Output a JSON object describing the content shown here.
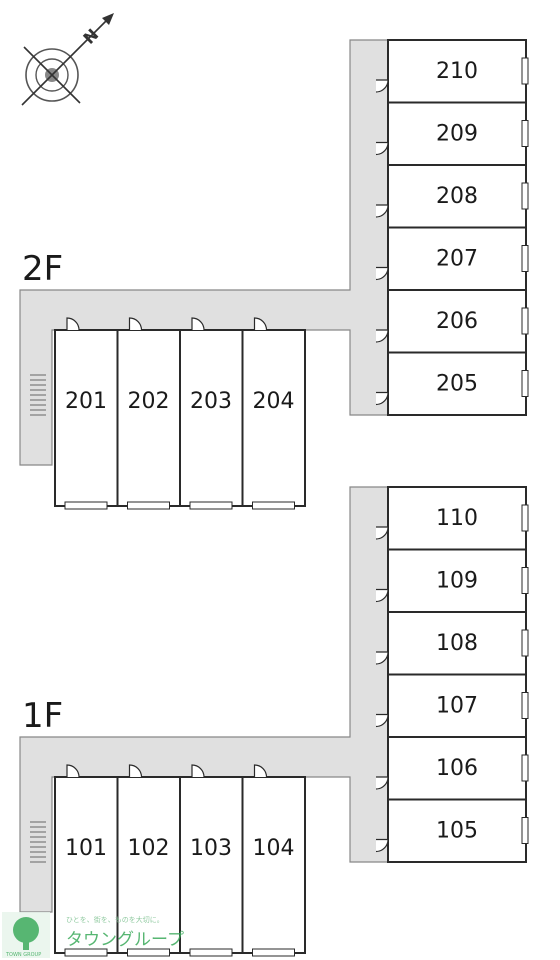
{
  "compass": {
    "label": "N",
    "icon": "compass-rose-icon"
  },
  "floors": [
    {
      "label": "2F",
      "units_bottom_row": [
        "201",
        "202",
        "203",
        "204"
      ],
      "units_column": [
        "210",
        "209",
        "208",
        "207",
        "206",
        "205"
      ]
    },
    {
      "label": "1F",
      "units_bottom_row": [
        "101",
        "102",
        "103",
        "104"
      ],
      "units_column": [
        "110",
        "109",
        "108",
        "107",
        "106",
        "105"
      ]
    }
  ],
  "watermark": {
    "tagline": "ひとを、街を、ものを大切に。",
    "name": "タウングループ",
    "sub": "TOWN GROUP",
    "logo_icon": "tree-logo-icon",
    "color": "#3aaa5a"
  },
  "colors": {
    "corridor": "#e0e0e0",
    "line": "#2a2a2a",
    "unit_fill": "#ffffff"
  }
}
